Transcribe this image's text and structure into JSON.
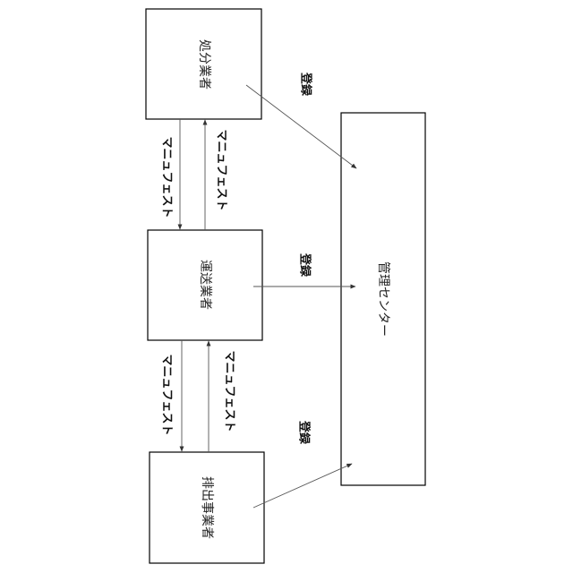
{
  "nodes": {
    "disposer": "処分業者",
    "transporter": "運送業者",
    "generator": "排出事業者",
    "center": "管理センター"
  },
  "edge_labels": {
    "register": "登録",
    "manifest": "マニュフェスト"
  }
}
